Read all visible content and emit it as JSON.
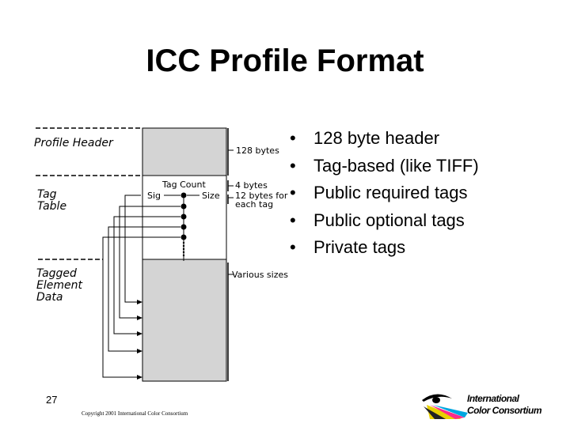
{
  "title": "ICC Profile Format",
  "bullets": [
    "128 byte header",
    "Tag-based (like TIFF)",
    "Public required tags",
    "Public optional tags",
    "Private tags"
  ],
  "diagram": {
    "sections": {
      "profile_header": "Profile Header",
      "tag_table": "Tag Table",
      "tagged_element_data": "Tagged Element Data"
    },
    "fields": {
      "tag_count": "Tag Count",
      "sig": "Sig",
      "size": "Size"
    },
    "annotations": {
      "header_size": "128 bytes",
      "tag_count_size": "4 bytes",
      "tag_entry_size_line1": "12 bytes for",
      "tag_entry_size_line2": "each tag",
      "data_size": "Various sizes"
    }
  },
  "footer": {
    "page_number": "27",
    "copyright": "Copyright 2001 International Color Consortium"
  },
  "logo": {
    "line1": "International",
    "line2": "Color Consortium"
  },
  "colors": {
    "block_fill": "#d4d4d4"
  }
}
